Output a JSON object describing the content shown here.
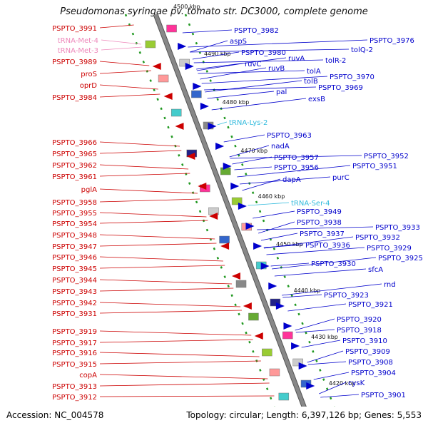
{
  "title": "Pseudomonas syringae pv. tomato str. DC3000, complete genome",
  "accession": "Accession: NC_004578",
  "topology": "Topology: circular; Length: 6,397,126 bp; Genes: 5,553",
  "colors": {
    "forward": "#cc0000",
    "reverse": "#0000cc",
    "trna": "#ee88bb",
    "trna_cyan": "#33bbdd",
    "backbone": "#888888",
    "ruler": "#229922"
  },
  "ruler_labels": [
    "4500 kbp",
    "4490 kbp",
    "4480 kbp",
    "4470 kbp",
    "4460 kbp",
    "4450 kbp",
    "4440 kbp",
    "4430 kbp",
    "4420 kbp"
  ],
  "left_labels": [
    {
      "text": "PSPTO_3991",
      "color": "red"
    },
    {
      "text": "tRNA-Met-4",
      "color": "pink"
    },
    {
      "text": "tRNA-Met-3",
      "color": "pink"
    },
    {
      "text": "PSPTO_3989",
      "color": "red"
    },
    {
      "text": "proS",
      "color": "red"
    },
    {
      "text": "oprD",
      "color": "red"
    },
    {
      "text": "PSPTO_3984",
      "color": "red"
    },
    {
      "text": "PSPTO_3966",
      "color": "red"
    },
    {
      "text": "PSPTO_3965",
      "color": "red"
    },
    {
      "text": "PSPTO_3962",
      "color": "red"
    },
    {
      "text": "PSPTO_3961",
      "color": "red"
    },
    {
      "text": "pglA",
      "color": "red"
    },
    {
      "text": "PSPTO_3958",
      "color": "red"
    },
    {
      "text": "PSPTO_3955",
      "color": "red"
    },
    {
      "text": "PSPTO_3954",
      "color": "red"
    },
    {
      "text": "PSPTO_3948",
      "color": "red"
    },
    {
      "text": "PSPTO_3947",
      "color": "red"
    },
    {
      "text": "PSPTO_3946",
      "color": "red"
    },
    {
      "text": "PSPTO_3945",
      "color": "red"
    },
    {
      "text": "PSPTO_3944",
      "color": "red"
    },
    {
      "text": "PSPTO_3943",
      "color": "red"
    },
    {
      "text": "PSPTO_3942",
      "color": "red"
    },
    {
      "text": "PSPTO_3931",
      "color": "red"
    },
    {
      "text": "PSPTO_3919",
      "color": "red"
    },
    {
      "text": "PSPTO_3917",
      "color": "red"
    },
    {
      "text": "PSPTO_3916",
      "color": "red"
    },
    {
      "text": "PSPTO_3915",
      "color": "red"
    },
    {
      "text": "copA",
      "color": "red"
    },
    {
      "text": "PSPTO_3913",
      "color": "red"
    },
    {
      "text": "PSPTO_3912",
      "color": "red"
    }
  ],
  "right_labels": [
    {
      "text": "PSPTO_3982",
      "color": "blue"
    },
    {
      "text": "PSPTO_3976",
      "color": "blue"
    },
    {
      "text": "aspS",
      "color": "blue"
    },
    {
      "text": "tolQ-2",
      "color": "blue"
    },
    {
      "text": "PSPTO_3980",
      "color": "blue"
    },
    {
      "text": "ruvA",
      "color": "blue"
    },
    {
      "text": "tolR-2",
      "color": "blue"
    },
    {
      "text": "ruvC",
      "color": "blue"
    },
    {
      "text": "ruvB",
      "color": "blue"
    },
    {
      "text": "tolA",
      "color": "blue"
    },
    {
      "text": "PSPTO_3970",
      "color": "blue"
    },
    {
      "text": "tolB",
      "color": "blue"
    },
    {
      "text": "PSPTO_3969",
      "color": "blue"
    },
    {
      "text": "pal",
      "color": "blue"
    },
    {
      "text": "exsB",
      "color": "blue"
    },
    {
      "text": "tRNA-Lys-2",
      "color": "cyan"
    },
    {
      "text": "PSPTO_3963",
      "color": "blue"
    },
    {
      "text": "nadA",
      "color": "blue"
    },
    {
      "text": "PSPTO_3952",
      "color": "blue"
    },
    {
      "text": "PSPTO_3957",
      "color": "blue"
    },
    {
      "text": "PSPTO_3951",
      "color": "blue"
    },
    {
      "text": "PSPTO_3956",
      "color": "blue"
    },
    {
      "text": "purC",
      "color": "blue"
    },
    {
      "text": "dapA",
      "color": "blue"
    },
    {
      "text": "tRNA-Ser-4",
      "color": "cyan"
    },
    {
      "text": "PSPTO_3949",
      "color": "blue"
    },
    {
      "text": "PSPTO_3938",
      "color": "blue"
    },
    {
      "text": "PSPTO_3933",
      "color": "blue"
    },
    {
      "text": "PSPTO_3937",
      "color": "blue"
    },
    {
      "text": "PSPTO_3932",
      "color": "blue"
    },
    {
      "text": "PSPTO_3936",
      "color": "blue"
    },
    {
      "text": "PSPTO_3929",
      "color": "blue"
    },
    {
      "text": "PSPTO_3925",
      "color": "blue"
    },
    {
      "text": "PSPTO_3930",
      "color": "blue"
    },
    {
      "text": "sfcA",
      "color": "blue"
    },
    {
      "text": "rnd",
      "color": "blue"
    },
    {
      "text": "PSPTO_3923",
      "color": "blue"
    },
    {
      "text": "PSPTO_3921",
      "color": "blue"
    },
    {
      "text": "PSPTO_3920",
      "color": "blue"
    },
    {
      "text": "PSPTO_3918",
      "color": "blue"
    },
    {
      "text": "PSPTO_3910",
      "color": "blue"
    },
    {
      "text": "PSPTO_3909",
      "color": "blue"
    },
    {
      "text": "PSPTO_3908",
      "color": "blue"
    },
    {
      "text": "PSPTO_3904",
      "color": "blue"
    },
    {
      "text": "cysK",
      "color": "blue"
    },
    {
      "text": "PSPTO_3901",
      "color": "blue"
    }
  ]
}
